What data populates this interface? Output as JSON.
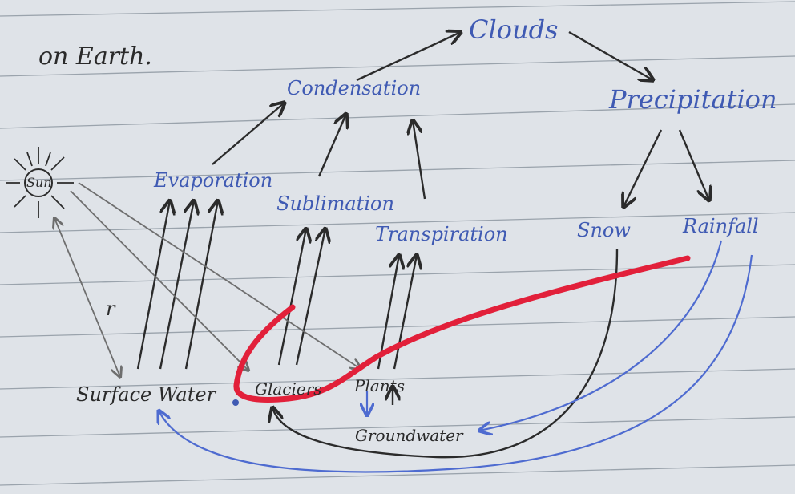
{
  "page": {
    "heading": "on Earth."
  },
  "nodes": {
    "clouds": "Clouds",
    "condensation": "Condensation",
    "precipitation": "Precipitation",
    "sun": "Sun",
    "evaporation": "Evaporation",
    "sublimation": "Sublimation",
    "transpiration": "Transpiration",
    "snow": "Snow",
    "rainfall": "Rainfall",
    "surface_water": "Surface Water",
    "glaciers": "Glaciers",
    "plants": "Plants",
    "groundwater": "Groundwater",
    "stray_mark": "r"
  },
  "colors": {
    "blue_ink": "#3f5ab3",
    "black_ink": "#2a2a2a",
    "red_marker": "#e2203a",
    "paper": "#dfe3e8"
  }
}
